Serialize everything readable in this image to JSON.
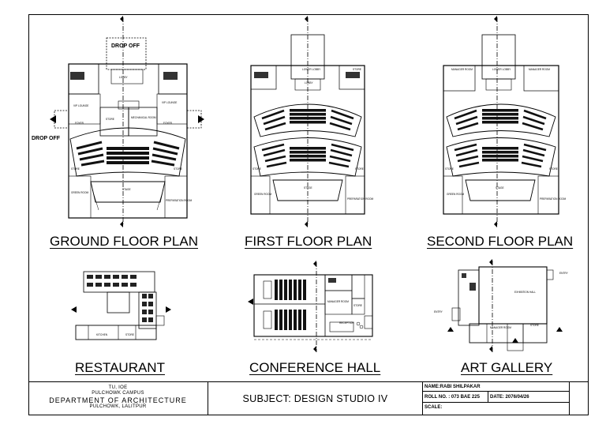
{
  "plans": {
    "ground": {
      "caption": "GROUND FLOOR PLAN",
      "drop_off_top": "DROP OFF",
      "drop_off_left": "DROP OFF",
      "rooms": {
        "lobby": "LOBBY",
        "vip_lounge": "VIP LOUNGE",
        "foyer": "FOYER",
        "store": "STORE",
        "mechanical": "MECHANICAL ROOM",
        "stage": "STAGE",
        "green_room": "GREEN ROOM",
        "preparation": "PREPARATION ROOM"
      }
    },
    "first": {
      "caption": "FIRST FLOOR PLAN",
      "rooms": {
        "lower_lobby": "LOWER LOBBY",
        "lobby": "LOBBY",
        "store": "STORE",
        "stage": "STAGE",
        "green_room": "GREEN ROOM",
        "preparation": "PREPARATION ROOM"
      }
    },
    "second": {
      "caption": "SECOND FLOOR PLAN",
      "rooms": {
        "lower_lobby": "LOWER LOBBY",
        "manager": "MANAGER ROOM",
        "store": "STORE",
        "stage": "STAGE",
        "green_room": "GREEN ROOM",
        "preparation": "PREPARATION ROOM"
      }
    },
    "restaurant": {
      "caption": "RESTAURANT",
      "rooms": {
        "kitchen": "KITCHEN",
        "store": "STORE"
      }
    },
    "conference": {
      "caption": "CONFERENCE HALL",
      "rooms": {
        "manager": "MANAGER ROOM",
        "store": "STORE",
        "reception": "RECEPTION"
      }
    },
    "gallery": {
      "caption": "ART GALLERY",
      "rooms": {
        "exhibition": "EXHIBITION HALL",
        "manager": "MANAGER ROOM",
        "store": "STORE",
        "entry": "ENTRY",
        "entry2": "ENTRY"
      }
    }
  },
  "title_block": {
    "institution_line1": "TU, IOE",
    "institution_line2": "PULCHOWK CAMPUS",
    "department": "DEPARTMENT OF ARCHITECTURE",
    "address": "PULCHOWK, LALITPUR",
    "subject": "SUBJECT: DESIGN STUDIO IV",
    "name": "NAME:RABI SHILPAKAR",
    "roll": "ROLL NO. : 073 BAE 225",
    "date": "DATE: 2076/04/26",
    "scale": "SCALE:"
  }
}
